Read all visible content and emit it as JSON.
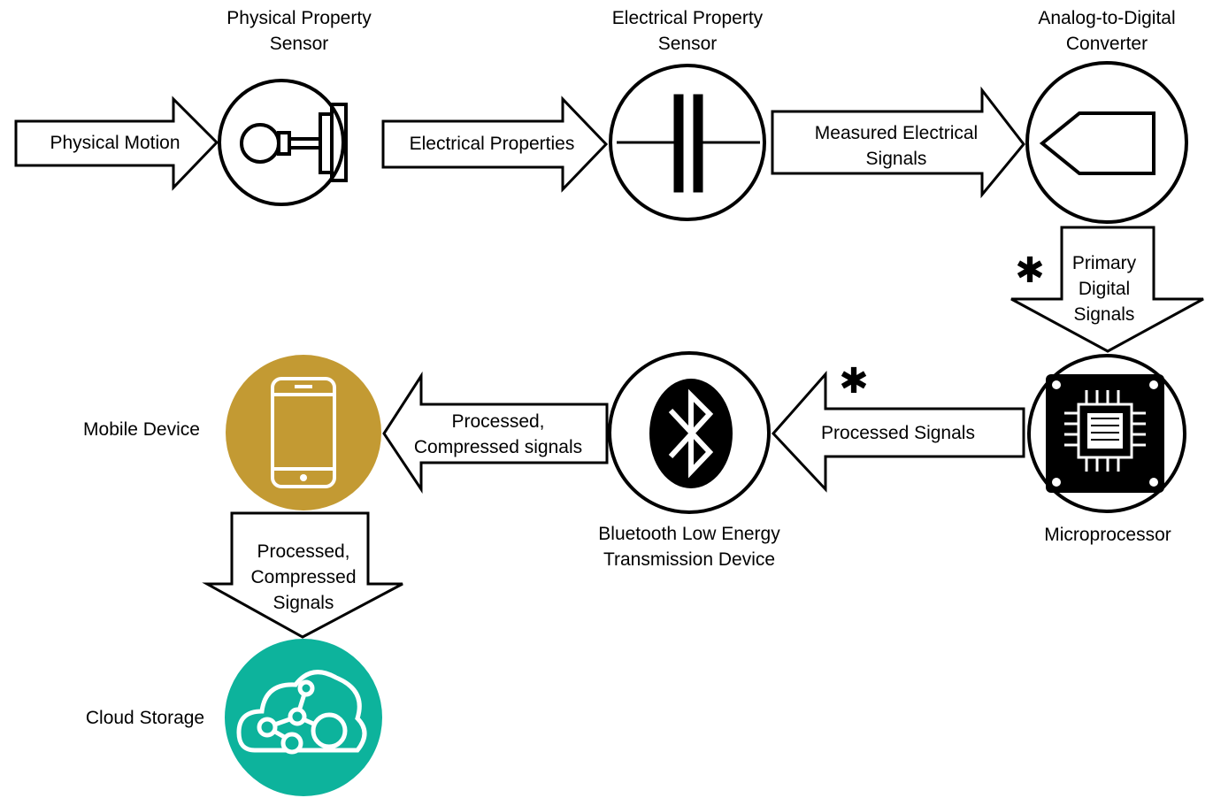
{
  "nodes": {
    "physical_sensor": {
      "label": "Physical Property\nSensor"
    },
    "electrical_sensor": {
      "label": "Electrical Property\nSensor"
    },
    "adc": {
      "label": "Analog-to-Digital\nConverter"
    },
    "microprocessor": {
      "label": "Microprocessor"
    },
    "ble": {
      "label": "Bluetooth Low Energy\nTransmission Device"
    },
    "mobile": {
      "label": "Mobile Device",
      "color": "#c39a33"
    },
    "cloud": {
      "label": "Cloud Storage",
      "color": "#0db39c"
    }
  },
  "arrows": {
    "a1": {
      "label": "Physical Motion"
    },
    "a2": {
      "label": "Electrical Properties"
    },
    "a3": {
      "label": "Measured Electrical\nSignals"
    },
    "a4": {
      "label": "Primary\nDigital\nSignals"
    },
    "a5": {
      "label": "Processed Signals"
    },
    "a6": {
      "label": "Processed,\nCompressed signals"
    },
    "a7": {
      "label": "Processed,\nCompressed\nSignals"
    }
  },
  "markers": {
    "asterisk": "✱"
  }
}
